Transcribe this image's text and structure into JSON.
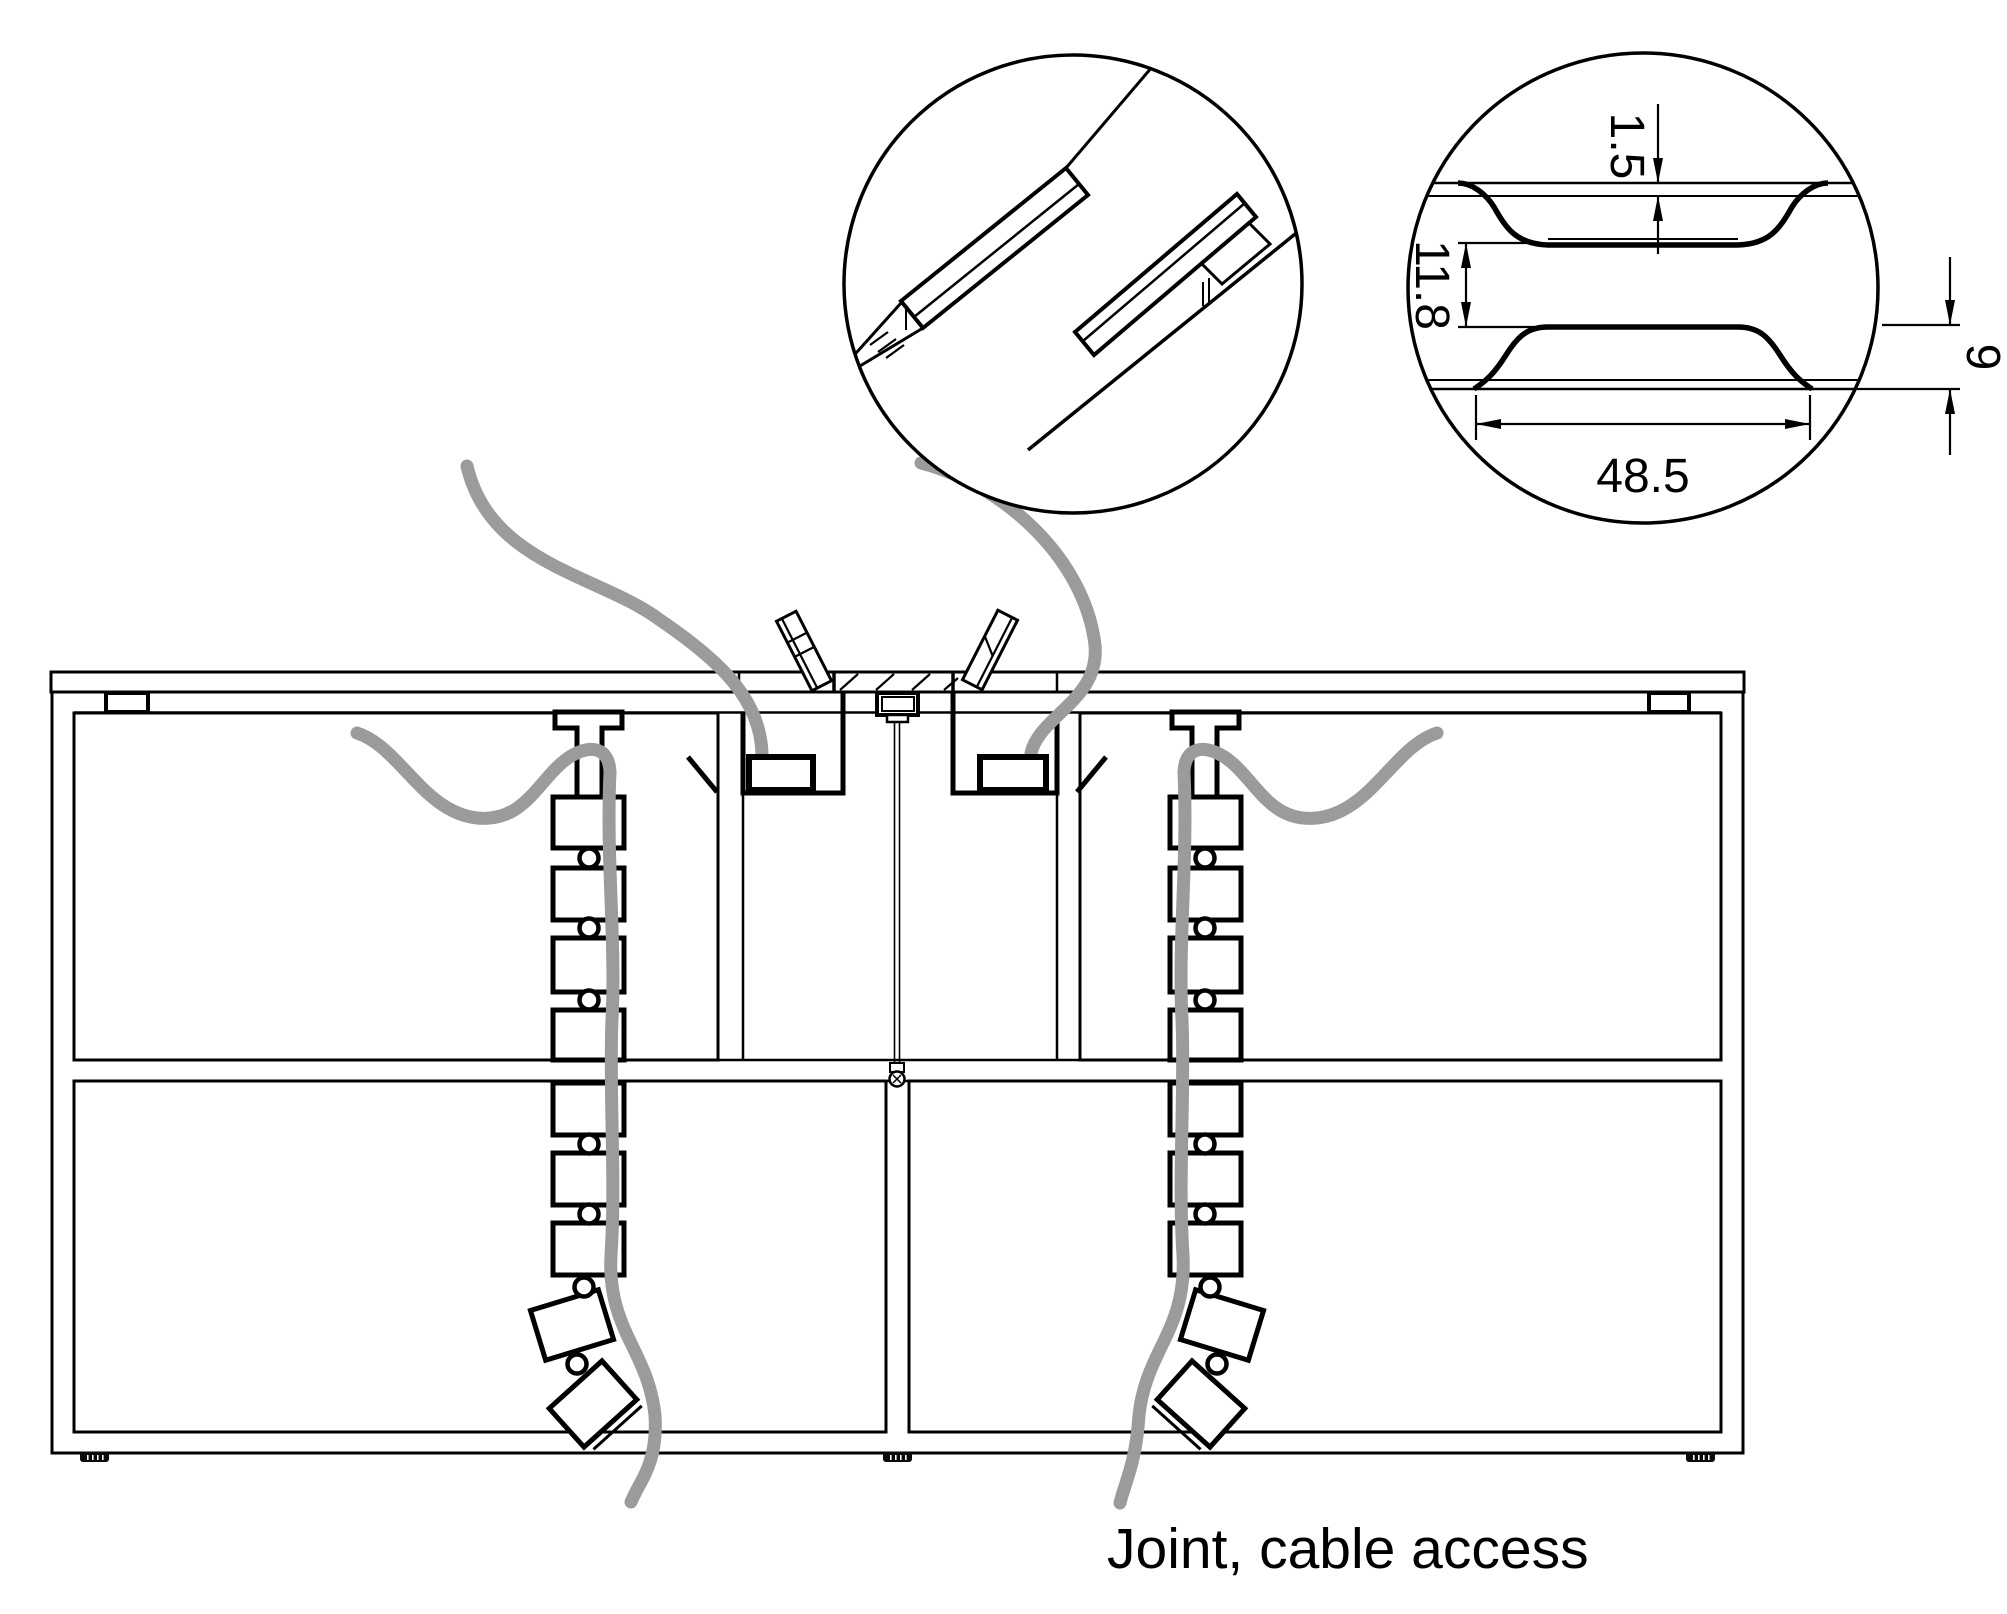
{
  "caption": "Joint, cable access",
  "dims": {
    "lid_thickness": "1.5",
    "gap_height": "11.8",
    "tray_height": "9",
    "tray_width": "48.5"
  },
  "colors": {
    "line": "#000000",
    "cable": "#9b9b9b",
    "background": "#ffffff"
  }
}
